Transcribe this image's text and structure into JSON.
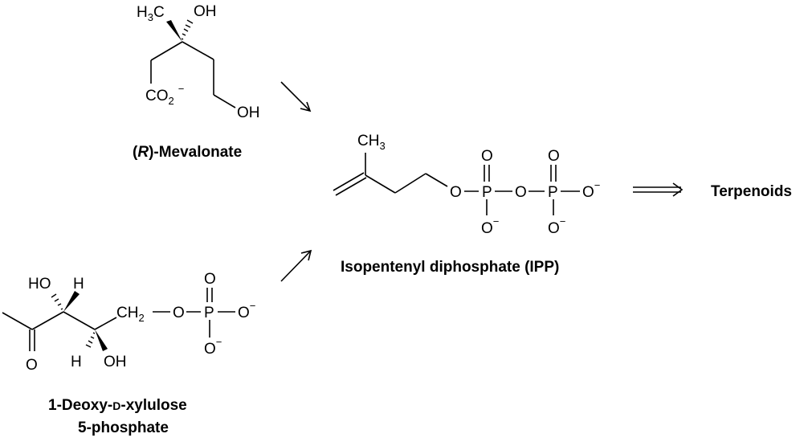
{
  "molecules": {
    "mevalonate": {
      "name_prefix": "(",
      "name_italic": "R",
      "name_suffix": ")-Mevalonate",
      "methyl_main": "H",
      "methyl_sub": "3",
      "methyl_tail": "C",
      "hydroxyl_top": "OH",
      "carboxylate_main": "CO",
      "carboxylate_sub": "2",
      "carboxylate_charge": "−",
      "hydroxyl_end": "OH"
    },
    "dxp": {
      "name_line1_a": "1-Deoxy-",
      "name_line1_smallcaps": "D",
      "name_line1_b": "-xylulose",
      "name_line2": "5-phosphate",
      "ho_label": "HO",
      "h_top": "H",
      "h_bottom": "H",
      "oh_bottom": "OH",
      "ketone_o": "O",
      "ch2_main": "CH",
      "ch2_sub": "2",
      "ester_o": "O",
      "p": "P",
      "p_top_o": "O",
      "p_right_o": "O",
      "p_right_charge": "−",
      "p_bottom_o": "O",
      "p_bottom_charge": "−"
    },
    "ipp": {
      "name": "Isopentenyl diphosphate (IPP)",
      "methyl_main": "CH",
      "methyl_sub": "3",
      "o1": "O",
      "p1": "P",
      "p1_top_o": "O",
      "p1_bottom_o": "O",
      "p1_bottom_charge": "−",
      "o_bridge": "O",
      "p2": "P",
      "p2_top_o": "O",
      "p2_bottom_o": "O",
      "p2_bottom_charge": "−",
      "o_end": "O",
      "o_end_charge": "−"
    }
  },
  "product": {
    "label": "Terpenoids"
  }
}
